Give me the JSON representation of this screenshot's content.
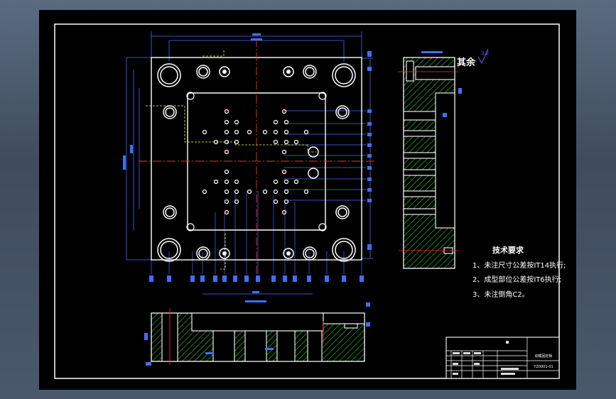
{
  "drawing": {
    "note_header": "其余",
    "note_header_symbol": "3.2",
    "tech_title": "技术要求",
    "tech_items": [
      "1、未注尺寸公差按IT14执行;",
      "2、成型部位公差按IT6执行;",
      "3、未注倒角C2。"
    ],
    "title_block": {
      "part_name": "动模固定板",
      "drawing_no": "YZ0001-01"
    }
  },
  "colors": {
    "background": "#000000",
    "frame": "#ffffff",
    "dimension": "#3f6fff",
    "centerline": "#ff2a2a",
    "hidden": "#ffff40",
    "hatch": "#2fbf2f",
    "outline": "#ffffff"
  }
}
